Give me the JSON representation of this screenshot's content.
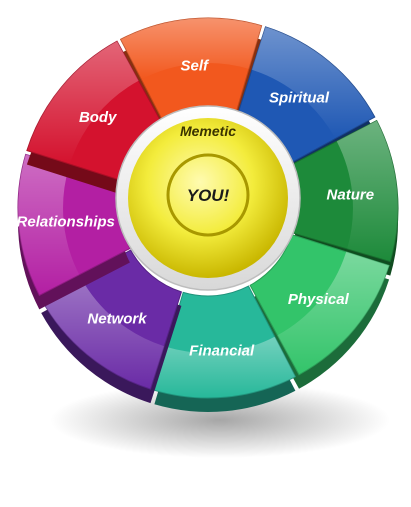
{
  "wheel": {
    "center_text": "YOU!",
    "hub_text": "Memetic",
    "segments": [
      {
        "label": "Self",
        "color": "#f2581e"
      },
      {
        "label": "Spiritual",
        "color": "#1f58b4"
      },
      {
        "label": "Nature",
        "color": "#1d8a3a"
      },
      {
        "label": "Physical",
        "color": "#33c46a"
      },
      {
        "label": "Financial",
        "color": "#27b89a"
      },
      {
        "label": "Network",
        "color": "#6a2ba6"
      },
      {
        "label": "Relationships",
        "color": "#b31fa3"
      },
      {
        "label": "Body",
        "color": "#d4122e"
      }
    ],
    "hub_color": "#f3ec3c"
  }
}
